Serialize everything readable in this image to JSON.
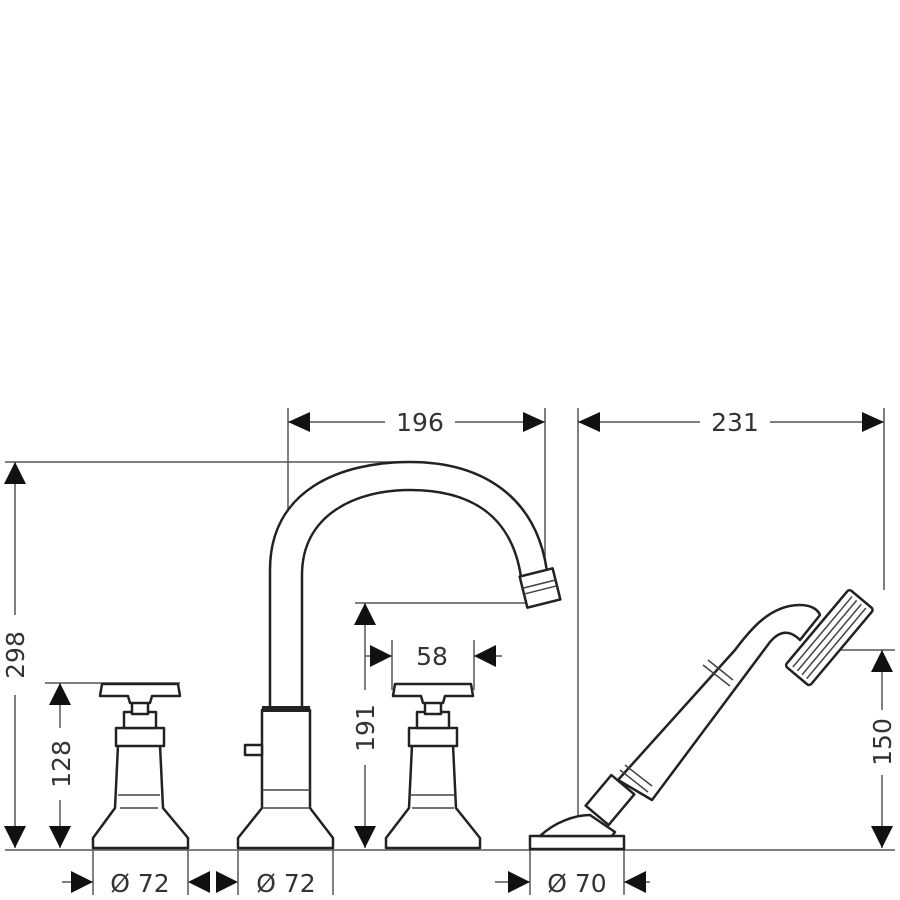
{
  "drawing": {
    "dimensions": {
      "spout_reach": "196",
      "hand_shower_reach": "231",
      "total_height": "298",
      "valve_height": "128",
      "spout_outlet_height": "191",
      "handle_width": "58",
      "hand_shower_height": "150",
      "valve_diameter_left": "Ø 72",
      "spout_diameter": "Ø 72",
      "hand_shower_base_diameter": "Ø 70"
    },
    "colors": {
      "line": "#222222",
      "background": "#ffffff"
    }
  }
}
